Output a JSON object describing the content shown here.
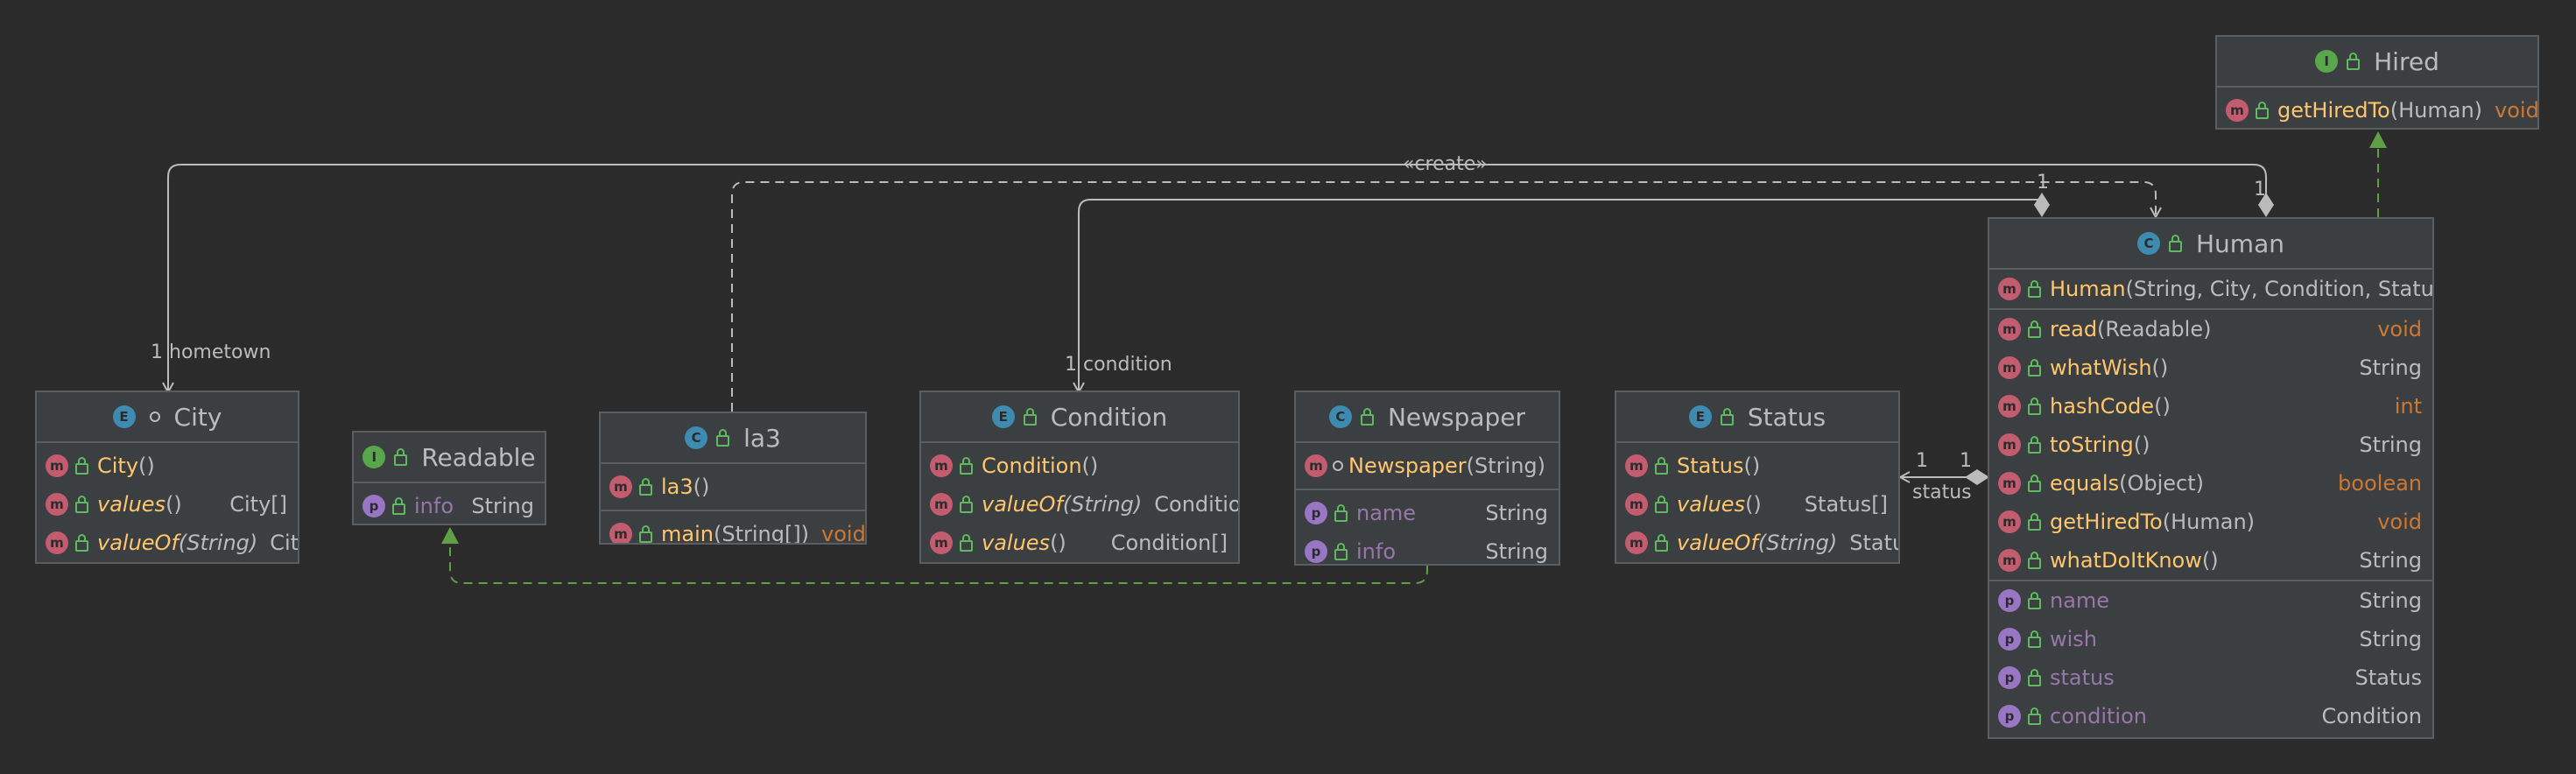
{
  "relations": {
    "create": "«create»",
    "city_mult": "1",
    "city_role": "hometown",
    "cond_mult": "1",
    "cond_role": "condition",
    "status_left_mult": "1",
    "status_right_mult": "1",
    "status_role": "status",
    "human_top_mult_a": "1",
    "human_top_mult_b": "1"
  },
  "classes": {
    "city": {
      "name": "City",
      "rows": [
        {
          "name": "City",
          "params": "()",
          "type": ""
        },
        {
          "name": "values",
          "params": "()",
          "type": "City[]"
        },
        {
          "name": "valueOf",
          "params": "(String)",
          "type": "City"
        }
      ]
    },
    "readable": {
      "name": "Readable",
      "field": {
        "name": "info",
        "type": "String"
      }
    },
    "la3": {
      "name": "la3",
      "rows": [
        {
          "name": "la3",
          "params": "()",
          "type": ""
        },
        {
          "name": "main",
          "params": "(String[])",
          "type": "void"
        }
      ]
    },
    "condition": {
      "name": "Condition",
      "rows": [
        {
          "name": "Condition",
          "params": "()",
          "type": ""
        },
        {
          "name": "valueOf",
          "params": "(String)",
          "type": "Condition"
        },
        {
          "name": "values",
          "params": "()",
          "type": "Condition[]"
        }
      ]
    },
    "newspaper": {
      "name": "Newspaper",
      "ctor": {
        "name": "Newspaper",
        "params": "(String)"
      },
      "fields": [
        {
          "name": "name",
          "type": "String"
        },
        {
          "name": "info",
          "type": "String"
        }
      ]
    },
    "status": {
      "name": "Status",
      "rows": [
        {
          "name": "Status",
          "params": "()",
          "type": ""
        },
        {
          "name": "values",
          "params": "()",
          "type": "Status[]"
        },
        {
          "name": "valueOf",
          "params": "(String)",
          "type": "Status"
        }
      ]
    },
    "hired": {
      "name": "Hired",
      "method": {
        "name": "getHiredTo",
        "params": "(Human)",
        "type": "void"
      }
    },
    "human": {
      "name": "Human",
      "ctor": {
        "name": "Human",
        "params": "(String, City, Condition, Status)"
      },
      "methods": [
        {
          "name": "read",
          "params": "(Readable)",
          "type": "void"
        },
        {
          "name": "whatWish",
          "params": "()",
          "type": "String"
        },
        {
          "name": "hashCode",
          "params": "()",
          "type": "int"
        },
        {
          "name": "toString",
          "params": "()",
          "type": "String"
        },
        {
          "name": "equals",
          "params": "(Object)",
          "type": "boolean"
        },
        {
          "name": "getHiredTo",
          "params": "(Human)",
          "type": "void"
        },
        {
          "name": "whatDoItKnow",
          "params": "()",
          "type": "String"
        }
      ],
      "fields": [
        {
          "name": "name",
          "type": "String"
        },
        {
          "name": "wish",
          "type": "String"
        },
        {
          "name": "status",
          "type": "Status"
        },
        {
          "name": "condition",
          "type": "Condition"
        }
      ]
    }
  },
  "icons": {
    "method": "m",
    "property": "p",
    "enum": "E",
    "class": "C",
    "interface": "I"
  },
  "colors": {
    "background": "#2b2b2b",
    "node": "#3c3f41",
    "method_name": "#ffc66d",
    "field_name": "#9876aa",
    "keyword_type": "#cc7832",
    "realization": "#5fa046",
    "association": "#bbbbbb"
  }
}
